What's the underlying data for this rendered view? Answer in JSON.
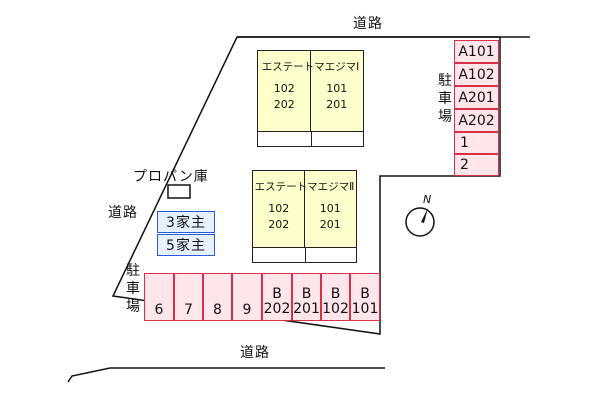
{
  "roads": {
    "top": "道路",
    "left": "道路",
    "bottom": "道路"
  },
  "buildings": [
    {
      "name": "エステートマエジマⅠ",
      "left_units": [
        "102",
        "202"
      ],
      "right_units": [
        "101",
        "201"
      ]
    },
    {
      "name": "エステートマエジマⅡ",
      "left_units": [
        "102",
        "202"
      ],
      "right_units": [
        "101",
        "201"
      ]
    }
  ],
  "propane": {
    "label": "プロパン庫"
  },
  "owners": [
    "3家主",
    "5家主"
  ],
  "parking_right": {
    "label": "駐車場",
    "spots": [
      "A101",
      "A102",
      "A201",
      "A202",
      "1",
      "2"
    ]
  },
  "parking_bottom": {
    "label": "駐車場",
    "spots": [
      {
        "top": "",
        "bottom": "6"
      },
      {
        "top": "",
        "bottom": "7"
      },
      {
        "top": "",
        "bottom": "8"
      },
      {
        "top": "",
        "bottom": "9"
      },
      {
        "top": "B",
        "bottom": "202"
      },
      {
        "top": "B",
        "bottom": "201"
      },
      {
        "top": "B",
        "bottom": "102"
      },
      {
        "top": "B",
        "bottom": "101"
      }
    ]
  },
  "compass": {
    "label": "N"
  },
  "colors": {
    "building_fill": "#ffffcc",
    "parking_border": "#d9304a",
    "parking_fill": "#ffe6ea",
    "owner_border": "#2a5bd7",
    "owner_fill": "#e6f0ff"
  }
}
